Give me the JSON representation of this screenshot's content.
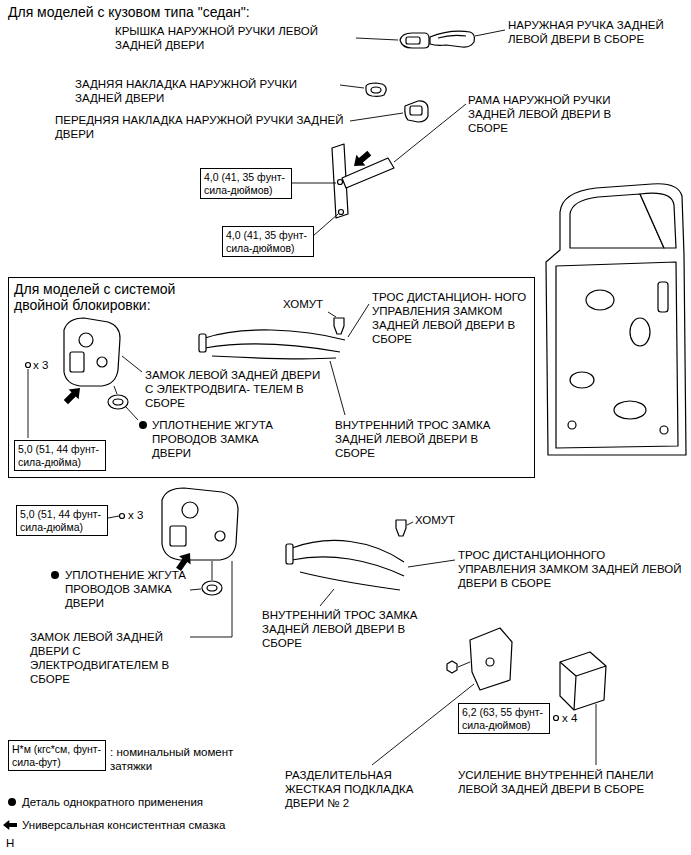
{
  "diagram": {
    "title": "Для моделей с кузовом типа \"седан\":",
    "nodes": [
      {
        "text": [
          "4,0 (41, 35 фунт-сила-дюймов)"
        ]
      },
      {
        "text": [
          "4,0 (41, 35 фунт-сила-дюймов)"
        ]
      },
      {
        "text": [
          "Для моделей с системой двойной блокировки:"
        ]
      },
      {
        "text": [
          "5,0 (51, 44 фунт-сила-дюйма)"
        ],
        "in": 2
      },
      {
        "text": [
          "5,0 (51, 44 фунт-сила-дюйма)"
        ]
      },
      {
        "text": [
          "6,2 (63, 55 фунт-сила-дюймов)"
        ]
      },
      {
        "text": [
          "Н*м (кгс*см, фунт-сила-фут)"
        ]
      }
    ],
    "labels": [
      "КРЫШКА НАРУЖНОЙ РУЧКИ ЛЕВОЙ ЗАДНЕЙ ДВЕРИ",
      "НАРУЖНАЯ РУЧКА ЗАДНЕЙ ЛЕВОЙ ДВЕРИ В СБОРЕ",
      "ЗАДНЯЯ НАКЛАДКА НАРУЖНОЙ РУЧКИ ЗАДНЕЙ ДВЕРИ",
      "ПЕРЕДНЯЯ НАКЛАДКА НАРУЖНОЙ РУЧКИ ЗАДНЕЙ ДВЕРИ",
      "РАМА НАРУЖНОЙ РУЧКИ ЗАДНЕЙ ЛЕВОЙ ДВЕРИ В СБОРЕ",
      "ХОМУТ",
      "ТРОС ДИСТАНЦИОН- НОГО УПРАВЛЕНИЯ ЗАМКОМ ЗАДНЕЙ ЛЕВОЙ ДВЕРИ В СБОРЕ",
      "x 3",
      "ЗАМОК ЛЕВОЙ ЗАДНЕЙ ДВЕРИ С ЭЛЕКТРОДВИГА- ТЕЛЕМ В СБОРЕ",
      "УПЛОТНЕНИЕ ЖГУТА ПРОВОДОВ ЗАМКА ДВЕРИ",
      "ВНУТРЕННИЙ ТРОС ЗАМКА ЗАДНЕЙ ЛЕВОЙ ДВЕРИ В СБОРЕ",
      "x 3",
      "ХОМУТ",
      "УПЛОТНЕНИЕ ЖГУТА ПРОВОДОВ ЗАМКА ДВЕРИ",
      "ТРОС ДИСТАНЦИОННОГО УПРАВЛЕНИЯ ЗАМКОМ ЗАДНЕЙ ЛЕВОЙ ДВЕРИ В СБОРЕ",
      "ЗАМОК ЛЕВОЙ ЗАДНЕЙ ДВЕРИ С ЭЛЕКТРОДВИГАТЕЛЕМ В СБОРЕ",
      "ВНУТРЕННИЙ ТРОС ЗАМКА ЗАДНЕЙ ЛЕВОЙ ДВЕРИ В СБОРЕ",
      "РАЗДЕЛИТЕЛЬНАЯ ЖЕСТКАЯ ПОДКЛАДКА ДВЕРИ № 2",
      "x 4",
      "УСИЛЕНИЕ ВНУТРЕННЕЙ ПАНЕЛИ ЛЕВОЙ ЗАДНЕЙ ДВЕРИ В СБОРЕ",
      "H"
    ],
    "legend": [
      {
        "text": ": номинальный момент затяжки"
      },
      {
        "text": "Деталь однократного применения"
      },
      {
        "text": "Универсальная консистентная смазка"
      }
    ]
  }
}
